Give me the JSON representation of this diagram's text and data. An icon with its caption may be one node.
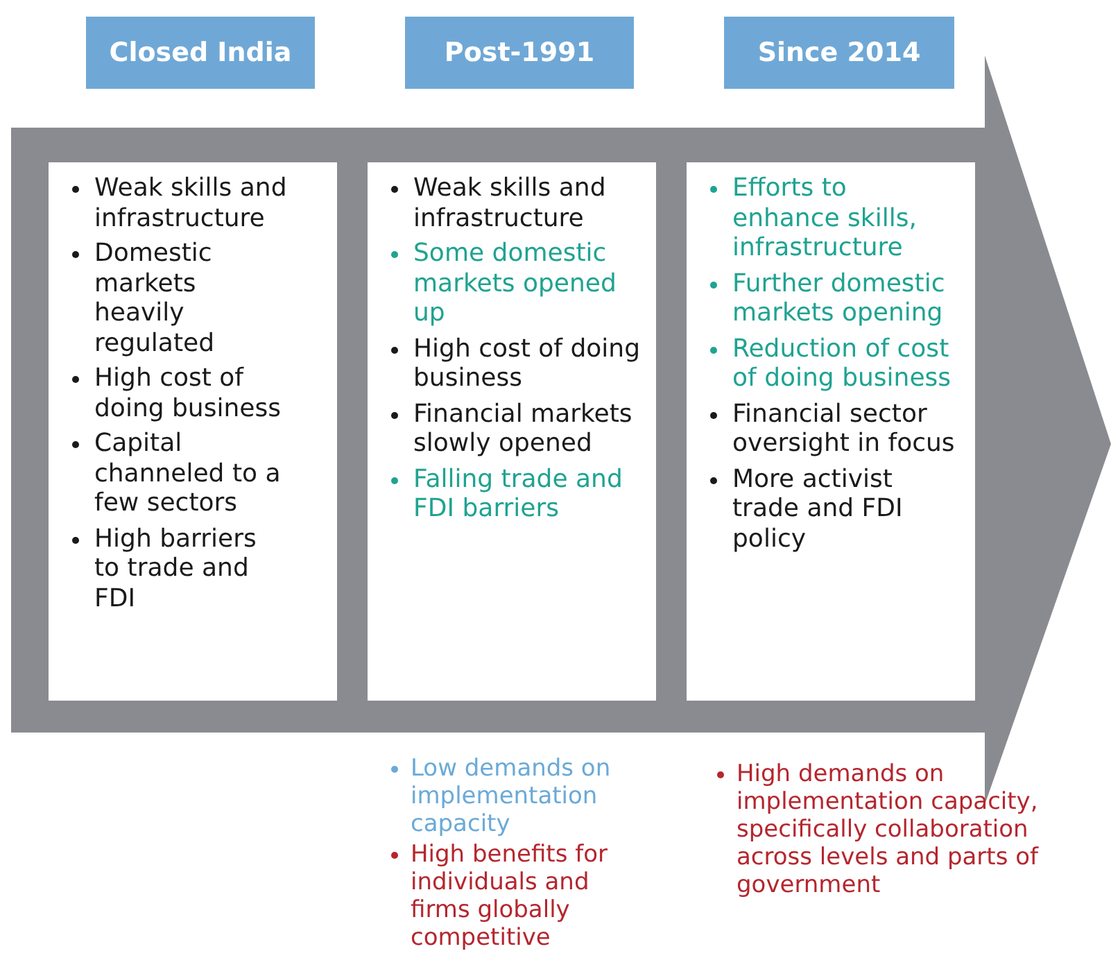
{
  "diagram": {
    "nodes": [
      {
        "text": [
          "Closed India"
        ]
      },
      {
        "text": [
          "Post-1991"
        ]
      },
      {
        "text": [
          "Since 2014"
        ]
      },
      {
        "text": [
          "Weak skills and infrastructure",
          "Domestic markets heavily regulated",
          "High cost of doing business",
          "Capital channeled to a few sectors",
          "High barriers to trade and FDI"
        ]
      },
      {
        "text": [
          "Weak skills and infrastructure",
          "Some domestic markets opened up",
          "High cost of doing business",
          "Financial markets slowly opened",
          "Falling trade and FDI barriers"
        ]
      },
      {
        "text": [
          "Efforts to enhance skills, infrastructure",
          "Further domestic markets opening",
          "Reduction of cost of doing business",
          "Financial sector oversight in focus",
          "More activist trade and FDI policy"
        ]
      }
    ],
    "labels": [
      "Low demands on implementation capacity",
      "High benefits for individuals and firms globally competitive",
      "High demands on implementation capacity, specifically collaboration across levels and parts of government"
    ]
  }
}
